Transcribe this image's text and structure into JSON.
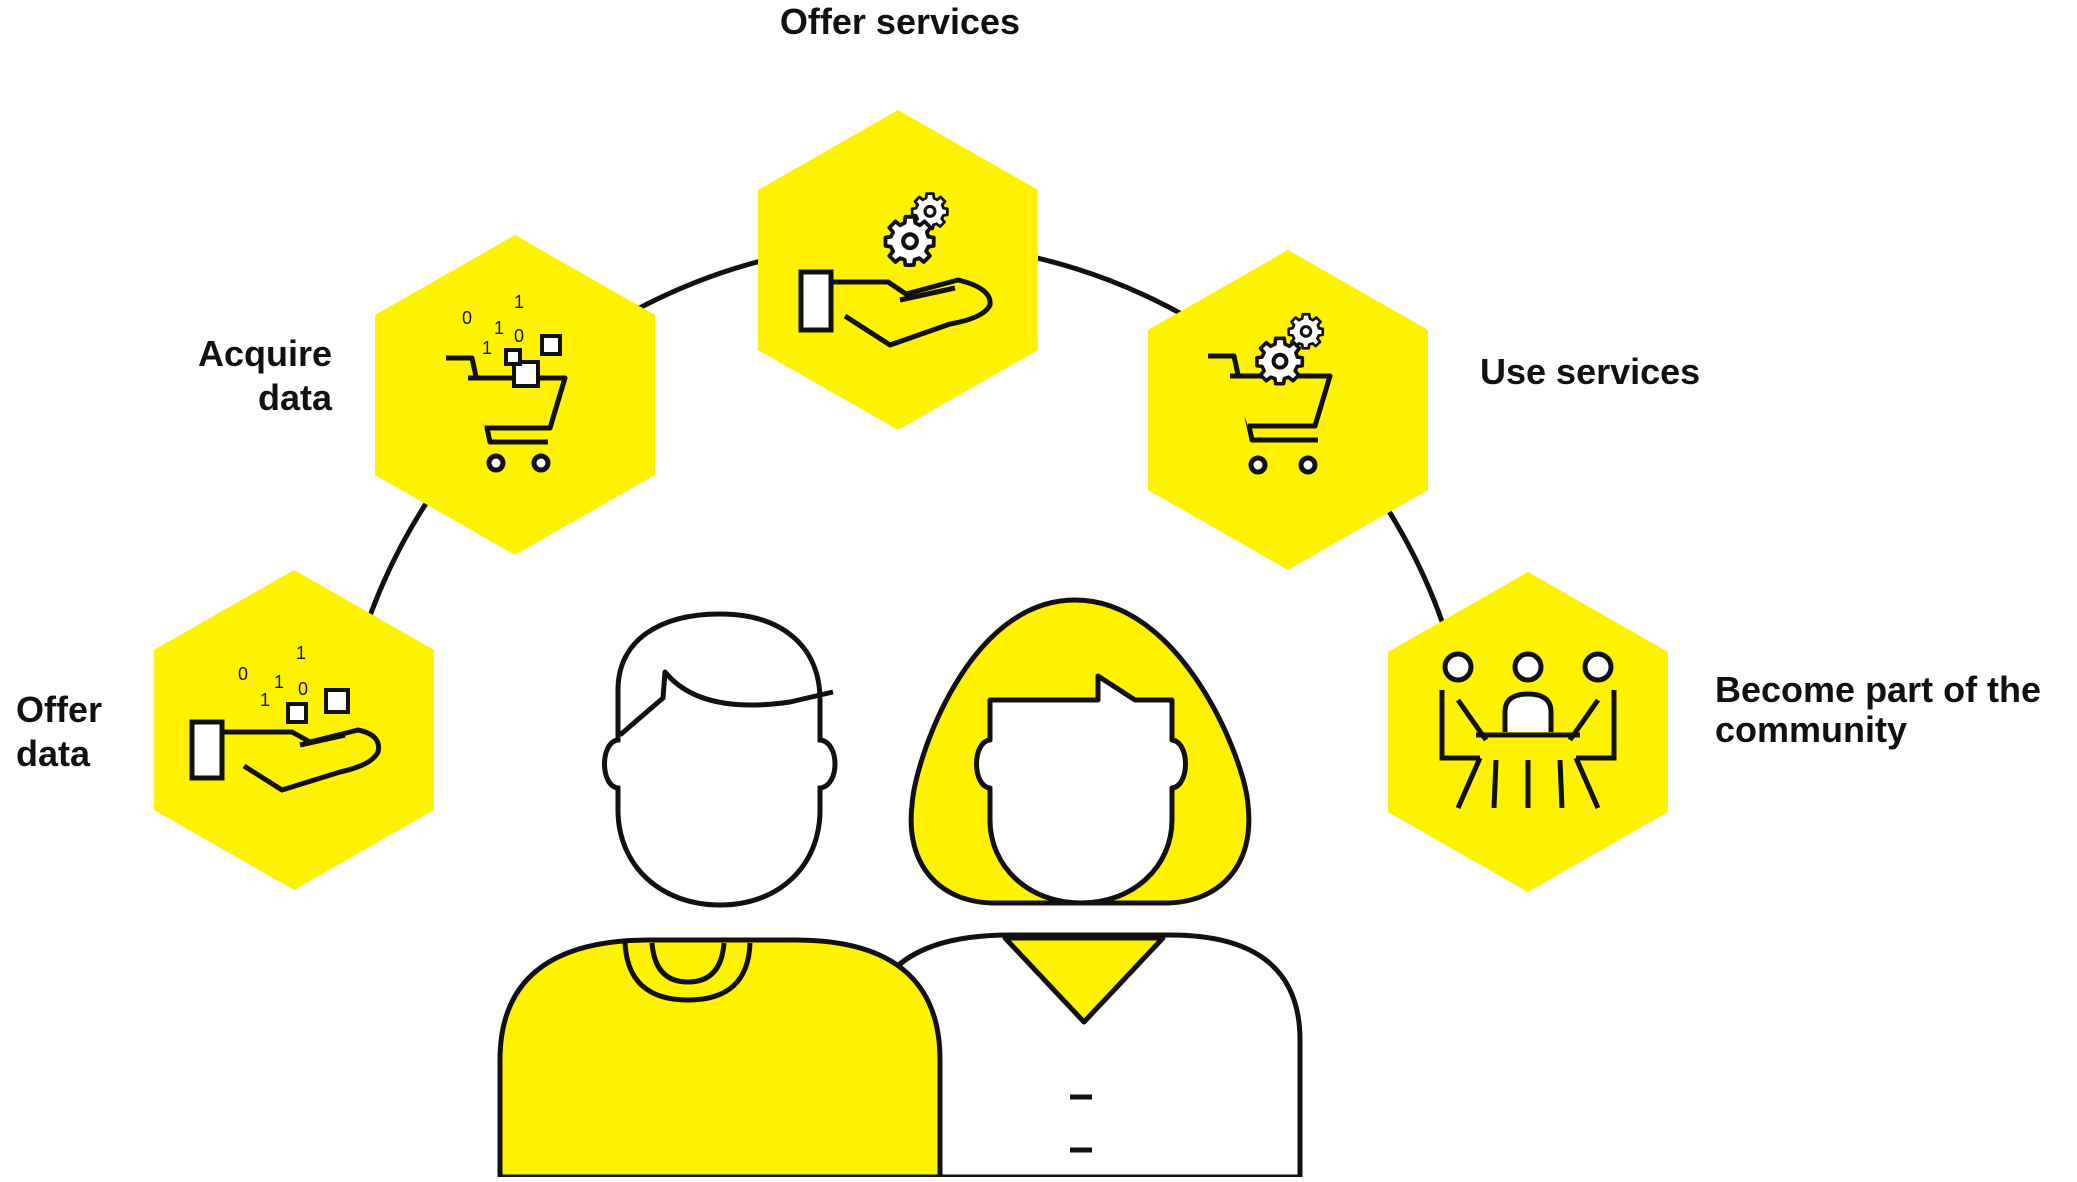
{
  "colors": {
    "accent": "#fff200",
    "line": "#111111",
    "background": "#ffffff"
  },
  "items": [
    {
      "id": "offer-data",
      "lines": [
        "Offer",
        "data"
      ],
      "icon": "hand-with-data-icon"
    },
    {
      "id": "acquire-data",
      "lines": [
        "Acquire",
        "data"
      ],
      "icon": "cart-with-data-icon"
    },
    {
      "id": "offer-services",
      "lines": [
        "Offer services"
      ],
      "icon": "hand-with-gears-icon"
    },
    {
      "id": "use-services",
      "lines": [
        "Use services"
      ],
      "icon": "cart-with-gears-icon"
    },
    {
      "id": "become-community",
      "lines": [
        "Become part of the",
        "community"
      ],
      "icon": "meeting-table-icon"
    }
  ],
  "icon_text": {
    "binary_digits": [
      "1",
      "0",
      "1",
      "0",
      "1"
    ]
  }
}
